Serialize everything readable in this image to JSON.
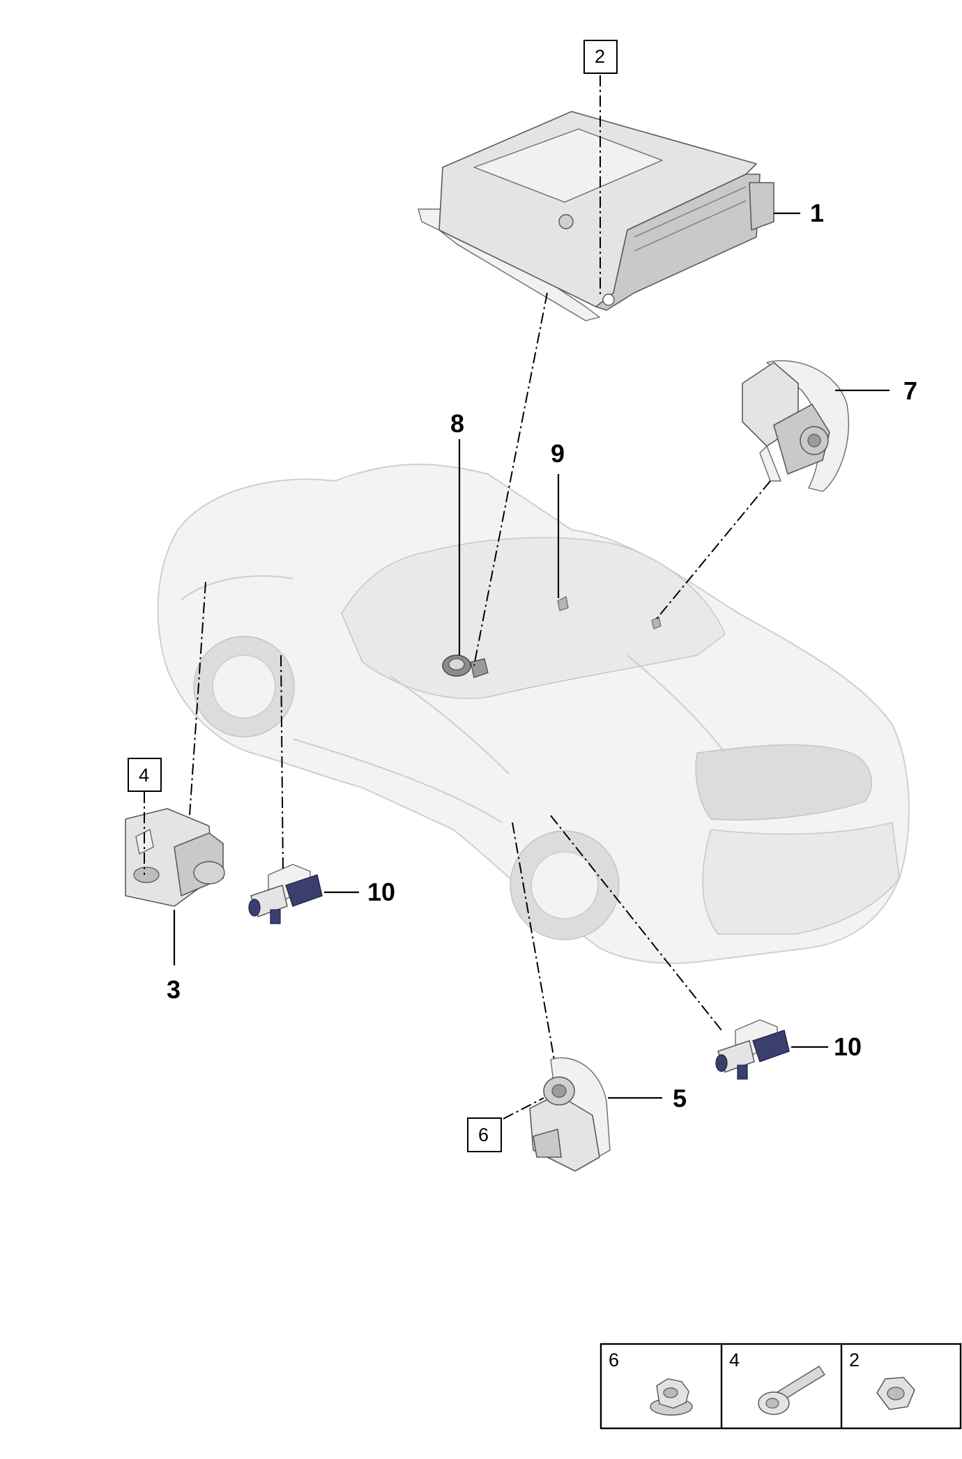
{
  "diagram": {
    "callouts": [
      "1",
      "3",
      "5",
      "7",
      "8",
      "9",
      "10",
      "10"
    ],
    "boxed_refs": [
      "2",
      "4",
      "6"
    ]
  },
  "parts_legend": {
    "cells": [
      {
        "number": "6",
        "icon": "flange-nut-icon"
      },
      {
        "number": "4",
        "icon": "bolt-icon"
      },
      {
        "number": "2",
        "icon": "hex-nut-icon"
      }
    ]
  }
}
